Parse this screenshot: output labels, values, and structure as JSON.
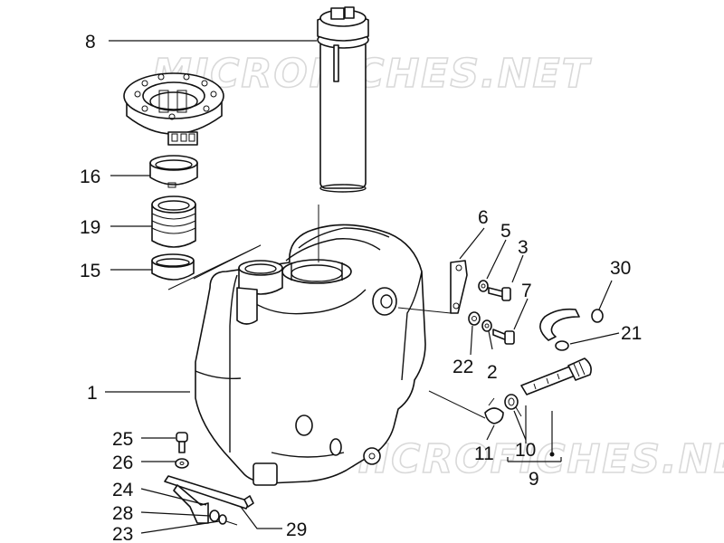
{
  "watermark": {
    "text": "MICROFICHES.NET"
  },
  "colors": {
    "line": "#111111",
    "watermark": "#d9d9d9",
    "background": "#ffffff"
  },
  "labels": {
    "l8": "8",
    "l16": "16",
    "l19": "19",
    "l15": "15",
    "l1": "1",
    "l6": "6",
    "l5": "5",
    "l3": "3",
    "l7": "7",
    "l30": "30",
    "l21": "21",
    "l22": "22",
    "l2": "2",
    "l11": "11",
    "l10": "10",
    "l9": "9",
    "l25": "25",
    "l26": "26",
    "l24": "24",
    "l28": "28",
    "l23": "23",
    "l29": "29"
  }
}
